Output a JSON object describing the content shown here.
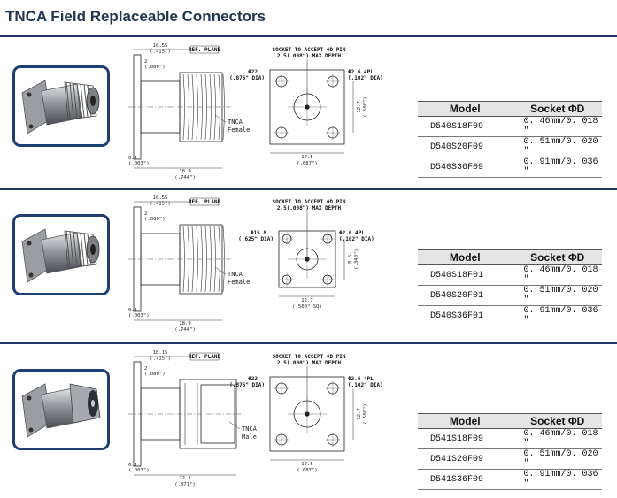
{
  "page": {
    "title": "TNCA Field Replaceable Connectors"
  },
  "table_headers": {
    "model": "Model",
    "socket": "Socket ΦD"
  },
  "sections": [
    {
      "drawing": {
        "dim_top": "10.55",
        "dim_top_in": "(.415\")",
        "ref": "REF. PLANE",
        "dim_small": "2",
        "dim_small_in": "(.080\")",
        "dim_flange": "0.1",
        "dim_flange_in": "(.003\")",
        "dim_len": "18.9",
        "dim_len_in": "(.744\")",
        "conn_label_1": "TNCA",
        "conn_label_2": "Female",
        "socket_note_1": "SOCKET TO ACCEPT ΦD PIN",
        "socket_note_2": "2.5(.098\") MAX DEPTH",
        "dia_label": "Φ22",
        "dia_label_in": "(.875\" DIA)",
        "holes_label": "Φ2.6 4PL",
        "holes_label_in": "(.102\" DIA)",
        "side_dim": "12.7",
        "side_dim_in": "(.500\")",
        "bottom_dim": "17.5",
        "bottom_dim_in": "(.687\")"
      },
      "rows": [
        {
          "model": "D540S18F09",
          "socket": "0. 46mm/0. 018 \""
        },
        {
          "model": "D540S20F09",
          "socket": "0. 51mm/0. 020 \""
        },
        {
          "model": "D540S36F09",
          "socket": "0. 91mm/0. 036 \""
        }
      ]
    },
    {
      "drawing": {
        "dim_top": "10.55",
        "dim_top_in": "(.415\")",
        "ref": "REF. PLANE",
        "dim_small": "2",
        "dim_small_in": "(.080\")",
        "dim_flange": "0.1",
        "dim_flange_in": "(.003\")",
        "dim_len": "18.9",
        "dim_len_in": "(.744\")",
        "conn_label_1": "TNCA",
        "conn_label_2": "Female",
        "socket_note_1": "SOCKET TO ACCEPT ΦD PIN",
        "socket_note_2": "2.5(.098\") MAX DEPTH",
        "dia_label": "Φ15.8",
        "dia_label_in": "(.625\" DIA)",
        "holes_label": "Φ2.6 4PL",
        "holes_label_in": "(.102\" DIA)",
        "side_dim": "8.6",
        "side_dim_in": "(.340\")",
        "bottom_dim": "12.7",
        "bottom_dim_in": "(.500\" SQ)"
      },
      "rows": [
        {
          "model": "D540S18F01",
          "socket": "0. 46mm/0. 018 \""
        },
        {
          "model": "D540S20F01",
          "socket": "0. 51mm/0. 020 \""
        },
        {
          "model": "D540S36F01",
          "socket": "0. 91mm/0. 036 \""
        }
      ]
    },
    {
      "drawing": {
        "dim_top": "18.15",
        "dim_top_in": "(.715\")",
        "ref": "REF. PLANE",
        "dim_small": "2",
        "dim_small_in": "(.080\")",
        "dim_flange": "0.1",
        "dim_flange_in": "(.003\")",
        "dim_len": "22.1",
        "dim_len_in": "(.871\")",
        "conn_label_1": "TNCA",
        "conn_label_2": "Male",
        "socket_note_1": "SOCKET TO ACCEPT ΦD PIN",
        "socket_note_2": "2.5(.098\") MAX DEPTH",
        "dia_label": "Φ22",
        "dia_label_in": "(.875\" DIA)",
        "holes_label": "Φ2.6 4PL",
        "holes_label_in": "(.102\" DIA)",
        "side_dim": "12.7",
        "side_dim_in": "(.500\")",
        "bottom_dim": "17.5",
        "bottom_dim_in": "(.687\")"
      },
      "rows": [
        {
          "model": "D541S18F09",
          "socket": "0. 46mm/0. 018 \""
        },
        {
          "model": "D541S20F09",
          "socket": "0. 51mm/0. 020 \""
        },
        {
          "model": "D541S36F09",
          "socket": "0. 91mm/0. 036 \""
        }
      ]
    }
  ]
}
